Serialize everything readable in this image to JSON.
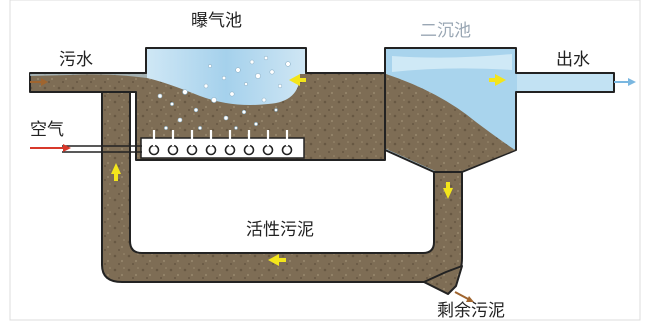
{
  "labels": {
    "aeration_tank": "曝气池",
    "secondary_clarifier": "二沉池",
    "influent": "污水",
    "effluent": "出水",
    "air": "空气",
    "activated_sludge": "活性污泥",
    "excess_sludge": "剩余污泥"
  },
  "colors": {
    "sludge": "#7e6d55",
    "outline": "#222222",
    "water": "#a8d3ec",
    "flow_arrow": "#f3e51b",
    "influent_arrow": "#a0652f",
    "air_arrow": "#d8392b",
    "effluent_arrow": "#7ab7e0",
    "excess_arrow": "#a0652f"
  }
}
